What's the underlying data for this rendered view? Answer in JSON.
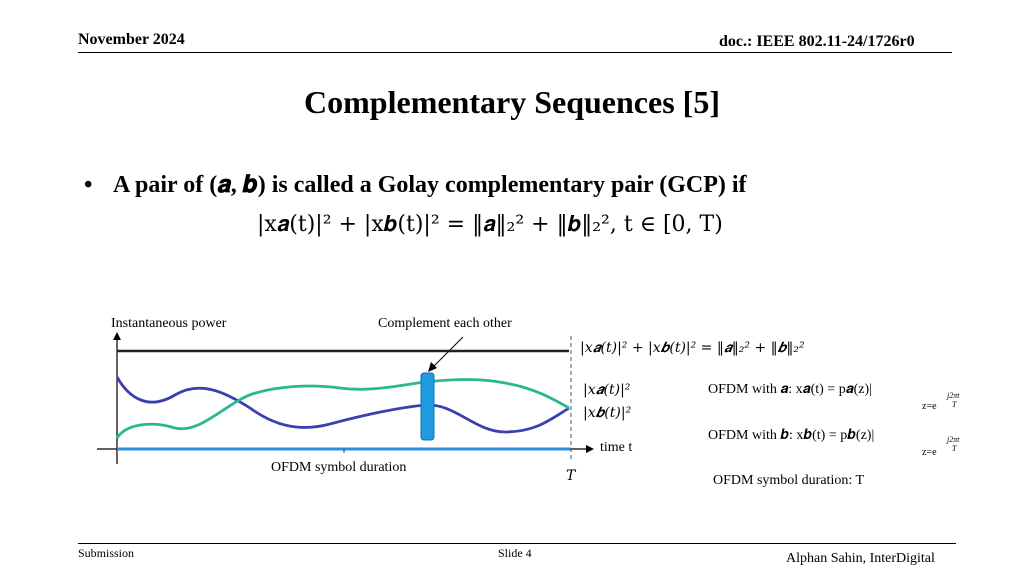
{
  "header": {
    "date": "November 2024",
    "doc_id": "doc.: IEEE 802.11-24/1726r0"
  },
  "slide": {
    "title": "Complementary Sequences [5]",
    "bullet_text": "A pair of (𝒂, 𝒃) is called a Golay complementary pair (GCP) if",
    "formula": "|x𝒂(t)|² + |x𝒃(t)|² = ‖𝒂‖₂² + ‖𝒃‖₂²,        t ∈ [0, T)"
  },
  "figure": {
    "y_axis_label": "Instantaneous power",
    "annotation": "Complement each other",
    "sum_label": "|x𝒂(t)|² + |x𝒃(t)|² = ‖𝒂‖₂² + ‖𝒃‖₂²",
    "legend_a": "|x𝒂(t)|²",
    "legend_b": "|x𝒃(t)|²",
    "time_label": "time t",
    "duration_label": "OFDM symbol duration",
    "T_label": "T",
    "ofdm_a": "OFDM with 𝒂: x𝒂(t) = p𝒂(z)|",
    "ofdm_b": "OFDM with 𝒃: x𝒃(t) = p𝒃(z)|",
    "subscript_eval": "z=e",
    "exp_numerator": "j2πt",
    "exp_denominator": "T",
    "duration_def": "OFDM symbol duration: T",
    "colors": {
      "curve_a": "#3b3fb0",
      "curve_b": "#2bb88f",
      "highlight": "#1e9be0",
      "baseline": "#2c8fd6"
    }
  },
  "footer": {
    "left": "Submission",
    "center": "Slide 4",
    "right": "Alphan Sahin, InterDigital"
  }
}
